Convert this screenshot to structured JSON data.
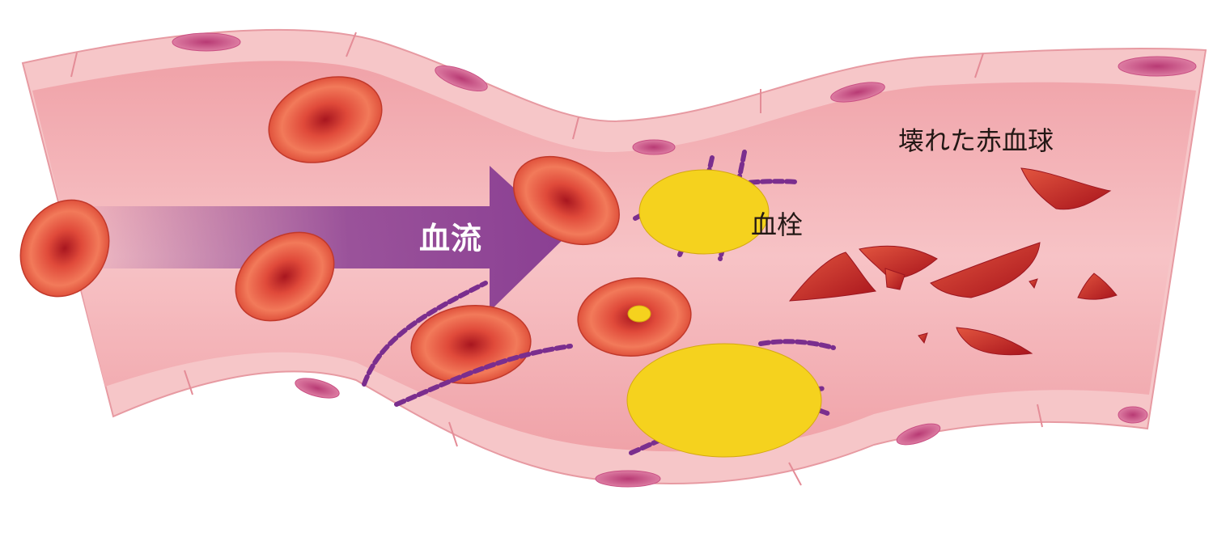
{
  "labels": {
    "flow": "血流",
    "clot": "血栓",
    "broken_rbc": "壊れた赤血球"
  },
  "colors": {
    "vessel_wall": "#f4b9bd",
    "vessel_lumen": "#f2a7ab",
    "endothelial_nucleus": "#d8608f",
    "red_blood_cell": "#e24f3e",
    "red_blood_cell_center": "#b5202a",
    "flow_arrow": "#8a3f93",
    "platelet": "#f5d21e",
    "fibrin": "#7a2e8e"
  }
}
